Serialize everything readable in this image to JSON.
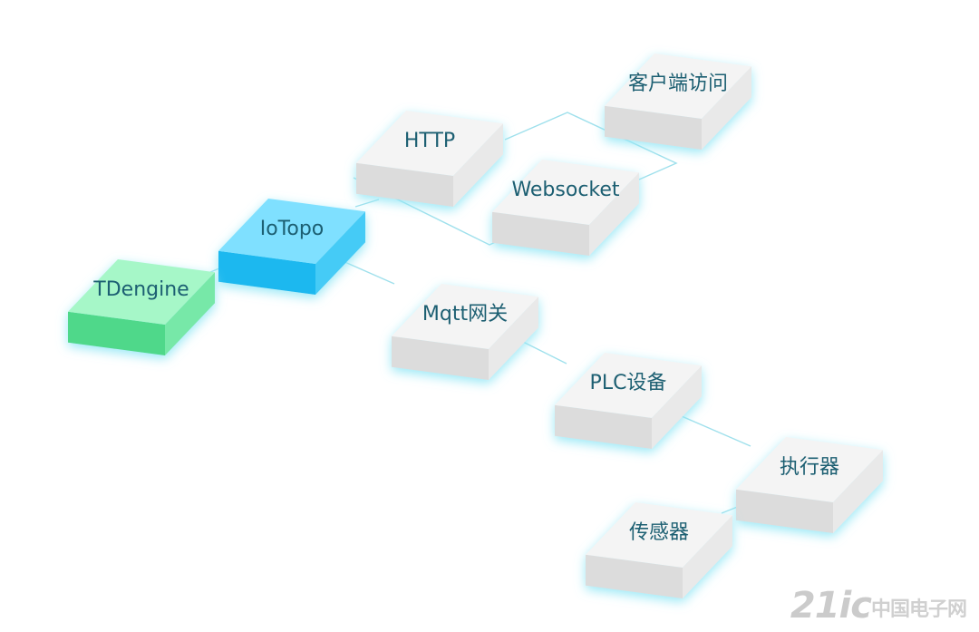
{
  "nodes": [
    {
      "id": "client",
      "label": "客户端访问",
      "color": "gray"
    },
    {
      "id": "http",
      "label": "HTTP",
      "color": "gray"
    },
    {
      "id": "websocket",
      "label": "Websocket",
      "color": "gray"
    },
    {
      "id": "iotopo",
      "label": "IoTopo",
      "color": "blue"
    },
    {
      "id": "tdengine",
      "label": "TDengine",
      "color": "green"
    },
    {
      "id": "mqtt",
      "label": "Mqtt网关",
      "color": "gray"
    },
    {
      "id": "plc",
      "label": "PLC设备",
      "color": "gray"
    },
    {
      "id": "actuator",
      "label": "执行器",
      "color": "gray"
    },
    {
      "id": "sensor",
      "label": "传感器",
      "color": "gray"
    }
  ],
  "edges": [
    {
      "from": "iotopo",
      "to": "tdengine"
    },
    {
      "from": "iotopo",
      "to": "http"
    },
    {
      "from": "iotopo",
      "to": "websocket"
    },
    {
      "from": "http",
      "to": "client"
    },
    {
      "from": "websocket",
      "to": "client"
    },
    {
      "from": "iotopo",
      "to": "mqtt"
    },
    {
      "from": "mqtt",
      "to": "plc"
    },
    {
      "from": "plc",
      "to": "actuator"
    },
    {
      "from": "actuator",
      "to": "sensor"
    }
  ],
  "colors": {
    "gray": {
      "top": "#f4f4f4",
      "left": "#dcdcdc",
      "right": "#e9e9e9"
    },
    "blue": {
      "top": "#7fe0ff",
      "left": "#1ab8ef",
      "right": "#45cbf6"
    },
    "green": {
      "top": "#a6f7c8",
      "left": "#4fd88a",
      "right": "#77e8a8"
    },
    "line": "#9fe0ec",
    "glow": "#8fe6f5"
  },
  "watermark": {
    "main": "21ic",
    "sub": "中国电子网"
  }
}
